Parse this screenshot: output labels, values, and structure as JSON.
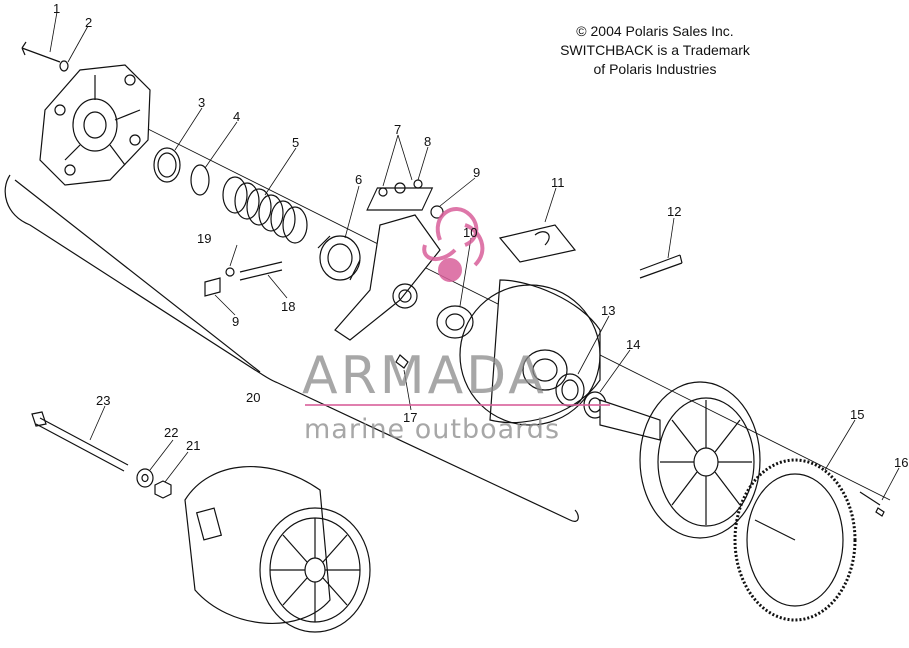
{
  "notice": {
    "line1": "© 2004 Polaris Sales Inc.",
    "line2": "SWITCHBACK is a Trademark",
    "line3": "of Polaris Industries"
  },
  "watermark": {
    "brand": "ARMADA",
    "tagline": "marine outboards",
    "brand_color": "#d9609b"
  },
  "callouts": [
    "1",
    "2",
    "3",
    "4",
    "5",
    "6",
    "7",
    "8",
    "9",
    "10",
    "11",
    "12",
    "13",
    "14",
    "15",
    "16",
    "17",
    "18",
    "19",
    "9",
    "20",
    "21",
    "22",
    "23"
  ]
}
